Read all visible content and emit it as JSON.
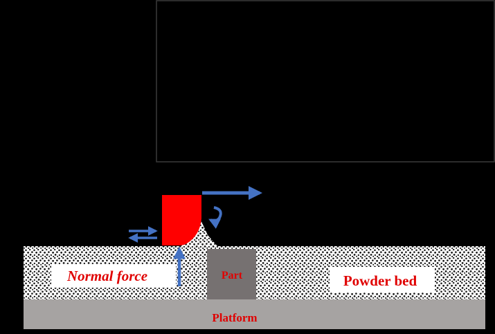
{
  "labels": {
    "normal_force": "Normal force",
    "part": "Part",
    "powder_bed": "Powder bed",
    "platform": "Platform"
  },
  "colors": {
    "background": "#000000",
    "panel_border": "#3a3a3a",
    "powder_base": "#ffffff",
    "powder_dots": "#1a1a1a",
    "platform": "#a6a3a2",
    "part": "#767171",
    "blade": "#ff0000",
    "arrow": "#4472c4",
    "label_red": "#e00000",
    "label_bg": "#ffffff"
  },
  "icons": {
    "motion_arrow": "right-arrow-icon",
    "rotation_arrow": "curved-arrow-icon",
    "oscillation_arrow": "double-arrow-icon",
    "force_arrow": "up-arrow-icon"
  }
}
